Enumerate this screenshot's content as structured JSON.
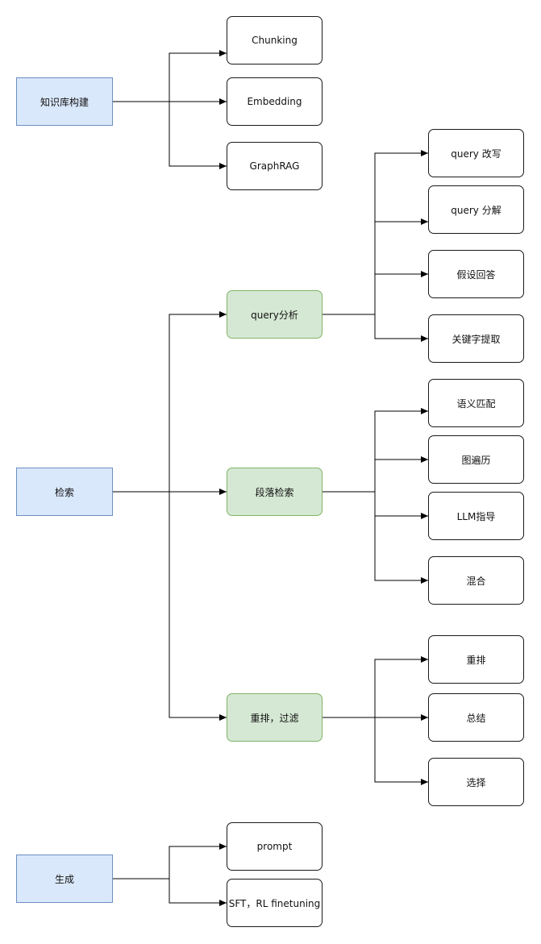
{
  "nodes": {
    "kb": "知识库构建",
    "chunking": "Chunking",
    "embedding": "Embedding",
    "graphrag": "GraphRAG",
    "retrieval": "检索",
    "query_analysis": "query分析",
    "query_rewrite": "query 改写",
    "query_decompose": "query 分解",
    "hypothetical_answer": "假设回答",
    "keyword_extract": "关键字提取",
    "passage_retrieval": "段落检索",
    "semantic_match": "语义匹配",
    "graph_traversal": "图遍历",
    "llm_guided": "LLM指导",
    "hybrid": "混合",
    "rerank_filter": "重排，过滤",
    "rerank": "重排",
    "summarize": "总结",
    "select": "选择",
    "generation": "生成",
    "prompt": "prompt",
    "sft_rl": "SFT，RL finetuning"
  },
  "colors": {
    "root_fill": "#dae8fc",
    "root_border": "#6c8ebf",
    "mid_fill": "#d5e8d4",
    "mid_border": "#82b366",
    "leaf_border": "#1a1a1a",
    "edge": "#000000"
  }
}
